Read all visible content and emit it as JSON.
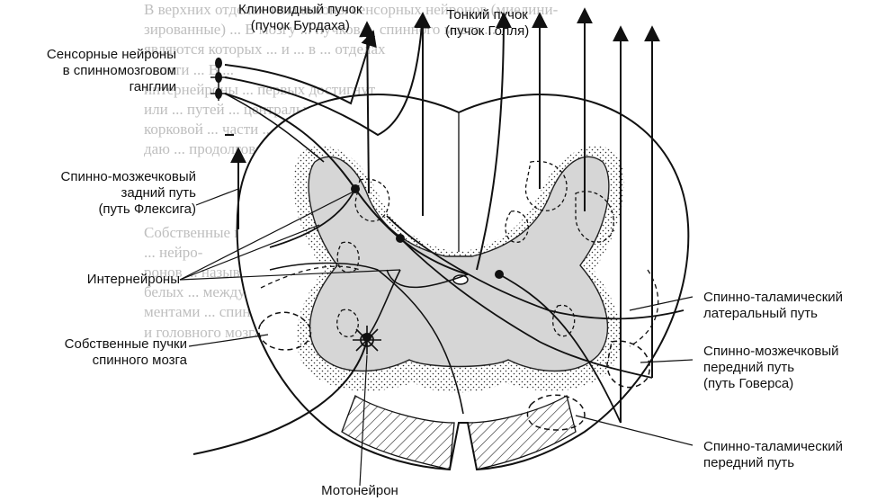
{
  "background_text": [
    "В верхних отделах тела аксоны сенсорных нейронов (миелини-",
    "зированные) ... В мозгу ... пучков ...  спинного мозга ...",
    "являются которых ... и ... в ... отделах",
    "... пяти ... В ... ",
    "интернейроны ... первых достигнут",
    "или ... путей ... центральной",
    "корковой ... части ...",
    "даю ... продолговатого мозга",
    "",
    "Собственные пучки спинного мозга ...",
    "... нейро-",
    "ронов ... называют ... ",
    "белых ... между ... сег-",
    "ментами ... спинного",
    "и головного мозга"
  ],
  "labels": {
    "sensory": [
      "Сенсорные нейроны",
      "в спинномозговом",
      "ганглии"
    ],
    "burdach": [
      "Клиновидный пучок",
      "(пучок Бурдаха)"
    ],
    "goll": [
      "Тонкий пучок",
      "(пучок Голля)"
    ],
    "flechsig": [
      "Спинно-мозжечковый",
      "задний путь",
      "(путь Флексига)"
    ],
    "interneurons": "Интернейроны",
    "own_bundles": [
      "Собственные пучки",
      "спинного мозга"
    ],
    "motoneuron": "Мотонейрон",
    "lateral_st": [
      "Спинно-таламический",
      "латеральный путь"
    ],
    "gowers": [
      "Спинно-мозжечковый",
      "передний путь",
      "(путь Говерса)"
    ],
    "anterior_st": [
      "Спинно-таламический",
      "передний путь"
    ]
  }
}
